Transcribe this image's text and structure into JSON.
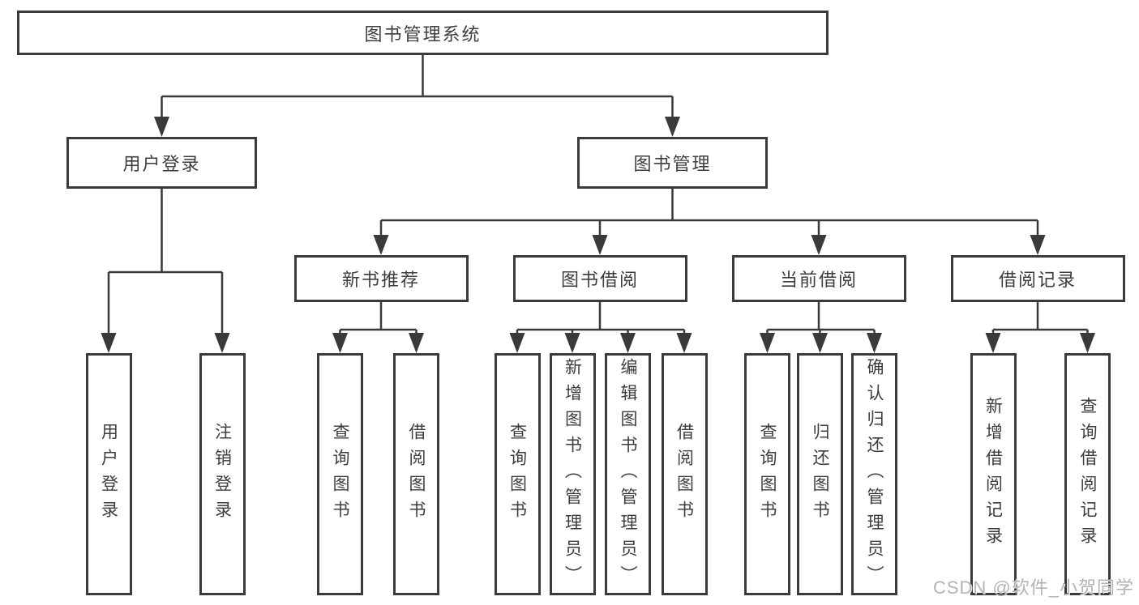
{
  "tree": {
    "label": "图书管理系统",
    "children": [
      {
        "label": "用户登录",
        "children": [
          {
            "label": "用户登录"
          },
          {
            "label": "注销登录"
          }
        ]
      },
      {
        "label": "图书管理",
        "children": [
          {
            "label": "新书推荐",
            "children": [
              {
                "label": "查询图书"
              },
              {
                "label": "借阅图书"
              }
            ]
          },
          {
            "label": "图书借阅",
            "children": [
              {
                "label": "查询图书"
              },
              {
                "label": "新增图书（管理员）"
              },
              {
                "label": "编辑图书（管理员）"
              },
              {
                "label": "借阅图书"
              }
            ]
          },
          {
            "label": "当前借阅",
            "children": [
              {
                "label": "查询图书"
              },
              {
                "label": "归还图书"
              },
              {
                "label": "确认归还（管理员）"
              }
            ]
          },
          {
            "label": "借阅记录",
            "children": [
              {
                "label": "新增借阅记录"
              },
              {
                "label": "查询借阅记录"
              }
            ]
          }
        ]
      }
    ]
  },
  "watermark": "CSDN @软件_小贺同学",
  "colors": {
    "line": "#3a3a3a",
    "text": "#3d3d3d",
    "box_background": "#ffffff",
    "watermark": "#b3b3b3"
  }
}
